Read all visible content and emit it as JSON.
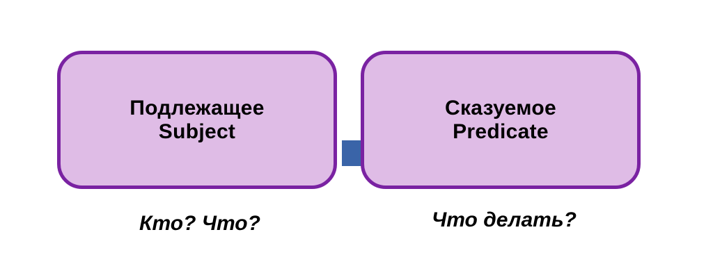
{
  "colors": {
    "box_fill": "#dfbce6",
    "box_border": "#7a22a2",
    "connector": "#3a64a8",
    "text": "#000000",
    "background": "#ffffff"
  },
  "boxes": [
    {
      "line1": "Подлежащее",
      "line2": "Subject",
      "caption": "Кто? Что?"
    },
    {
      "line1": "Сказуемое",
      "line2": "Predicate",
      "caption": "Что делать?"
    }
  ]
}
